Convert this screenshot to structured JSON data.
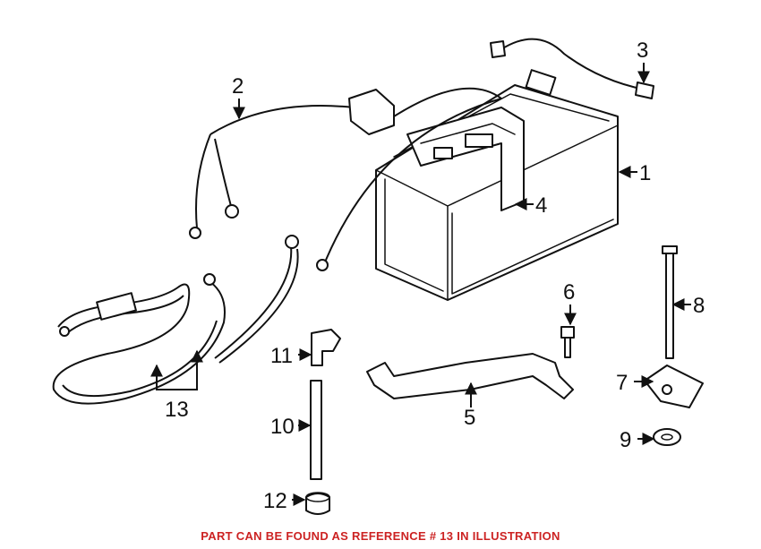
{
  "diagram": {
    "callouts": {
      "c1": "1",
      "c2": "2",
      "c3": "3",
      "c4": "4",
      "c5": "5",
      "c6": "6",
      "c7": "7",
      "c8": "8",
      "c9": "9",
      "c10": "10",
      "c11": "11",
      "c12": "12",
      "c13": "13"
    }
  },
  "footer": {
    "note": "PART CAN BE FOUND AS REFERENCE # 13 IN ILLUSTRATION"
  },
  "colors": {
    "note_text": "#cc2222",
    "line_art": "#111111",
    "background": "#ffffff"
  }
}
